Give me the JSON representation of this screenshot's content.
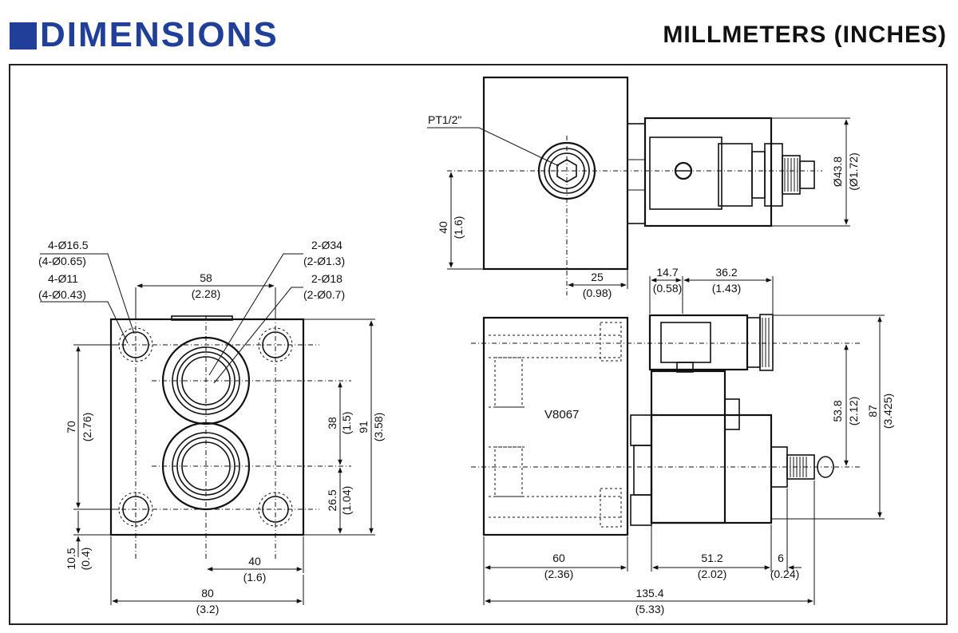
{
  "header": {
    "title": "DIMENSIONS",
    "units": "MILLMETERS (INCHES)"
  },
  "colors": {
    "brand": "#1f3f99",
    "line": "#111111"
  },
  "front_view": {
    "hole_small": {
      "mm": "4-Ø16.5",
      "in": "(4-Ø0.65)"
    },
    "hole_bolt": {
      "mm": "4-Ø11",
      "in": "(4-Ø0.43)"
    },
    "port_outer": {
      "mm": "2-Ø34",
      "in": "(2-Ø1.3)"
    },
    "port_inner": {
      "mm": "2-Ø18",
      "in": "(2-Ø0.7)"
    },
    "bolt_spacing": {
      "mm": "58",
      "in": "(2.28)"
    },
    "bolt_vertical": {
      "mm": "70",
      "in": "(2.76)"
    },
    "port_spacing": {
      "mm": "38",
      "in": "(1.5)"
    },
    "port_bottom": {
      "mm": "26.5",
      "in": "(1.04)"
    },
    "height": {
      "mm": "91",
      "in": "(3.58)"
    },
    "edge_offset": {
      "mm": "10.5",
      "in": "(0.4)"
    },
    "port_center_x": {
      "mm": "40",
      "in": "(1.6)"
    },
    "width": {
      "mm": "80",
      "in": "(3.2)"
    }
  },
  "top_view": {
    "port_thread": "PT1/2\"",
    "port_height": {
      "mm": "40",
      "in": "(1.6)"
    },
    "port_offset": {
      "mm": "25",
      "in": "(0.98)"
    },
    "coil_diameter": {
      "mm": "Ø43.8",
      "in": "(Ø1.72)"
    }
  },
  "side_view": {
    "model": "V8067",
    "connector_w": {
      "mm": "14.7",
      "in": "(0.58)"
    },
    "connector_len": {
      "mm": "36.2",
      "in": "(1.43)"
    },
    "coil_center": {
      "mm": "53.8",
      "in": "(2.12)"
    },
    "total_height": {
      "mm": "87",
      "in": "(3.425)"
    },
    "body_len": {
      "mm": "60",
      "in": "(2.36)"
    },
    "coil_len": {
      "mm": "51.2",
      "in": "(2.02)"
    },
    "override_len": {
      "mm": "6",
      "in": "(0.24)"
    },
    "total_len": {
      "mm": "135.4",
      "in": "(5.33)"
    }
  }
}
